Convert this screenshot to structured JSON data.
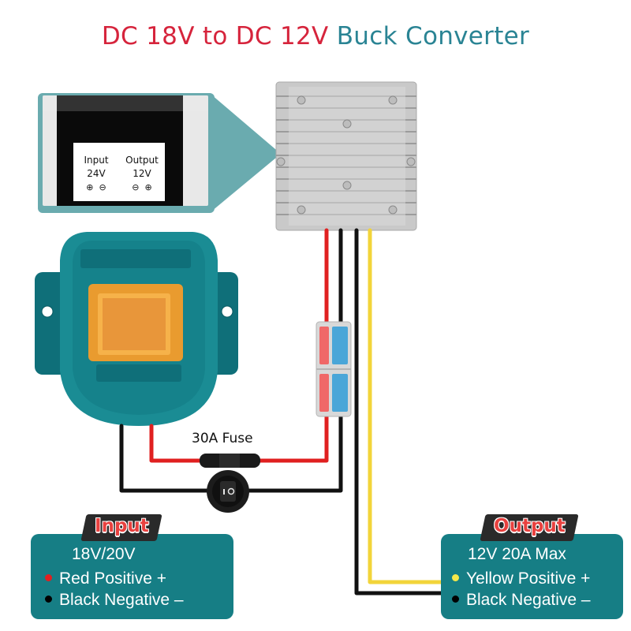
{
  "title": {
    "part1": "DC 18V to DC 12V",
    "part2": "Buck Converter",
    "colors": {
      "part1": "#d6243c",
      "part2": "#2a8494"
    }
  },
  "converter_label": {
    "input_heading": "Input",
    "input_voltage": "24V",
    "output_heading": "Output",
    "output_voltage": "12V"
  },
  "fuse_label": "30A Fuse",
  "input_panel": {
    "badge": "Input",
    "voltage": "18V/20V",
    "positive": "Red Positive +",
    "negative": "Black Negative –",
    "colors": {
      "panel": "#167e85",
      "positive_dot": "#e02020",
      "negative_dot": "#000000"
    }
  },
  "output_panel": {
    "badge": "Output",
    "rating": "12V 20A Max",
    "positive": "Yellow Positive +",
    "negative": "Black Negative –",
    "colors": {
      "panel": "#167e85",
      "positive_dot": "#f5e84a",
      "negative_dot": "#000000"
    }
  },
  "wire_colors": {
    "red": "#e02020",
    "black": "#111111",
    "yellow": "#f2d43a"
  },
  "icons": [
    "converter-module-icon",
    "battery-adapter-icon",
    "lever-connector-icon",
    "rocker-switch-icon",
    "inline-fuse-icon"
  ]
}
